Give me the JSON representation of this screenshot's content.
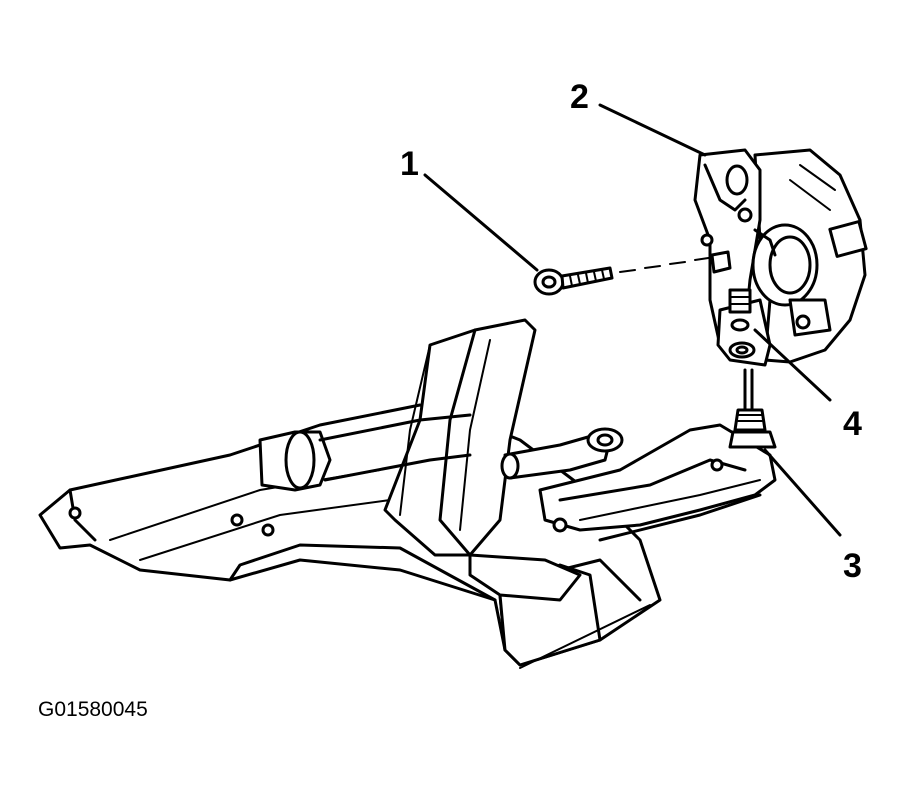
{
  "callouts": {
    "c1": "1",
    "c2": "2",
    "c3": "3",
    "c4": "4"
  },
  "figure_id": "G01580045"
}
